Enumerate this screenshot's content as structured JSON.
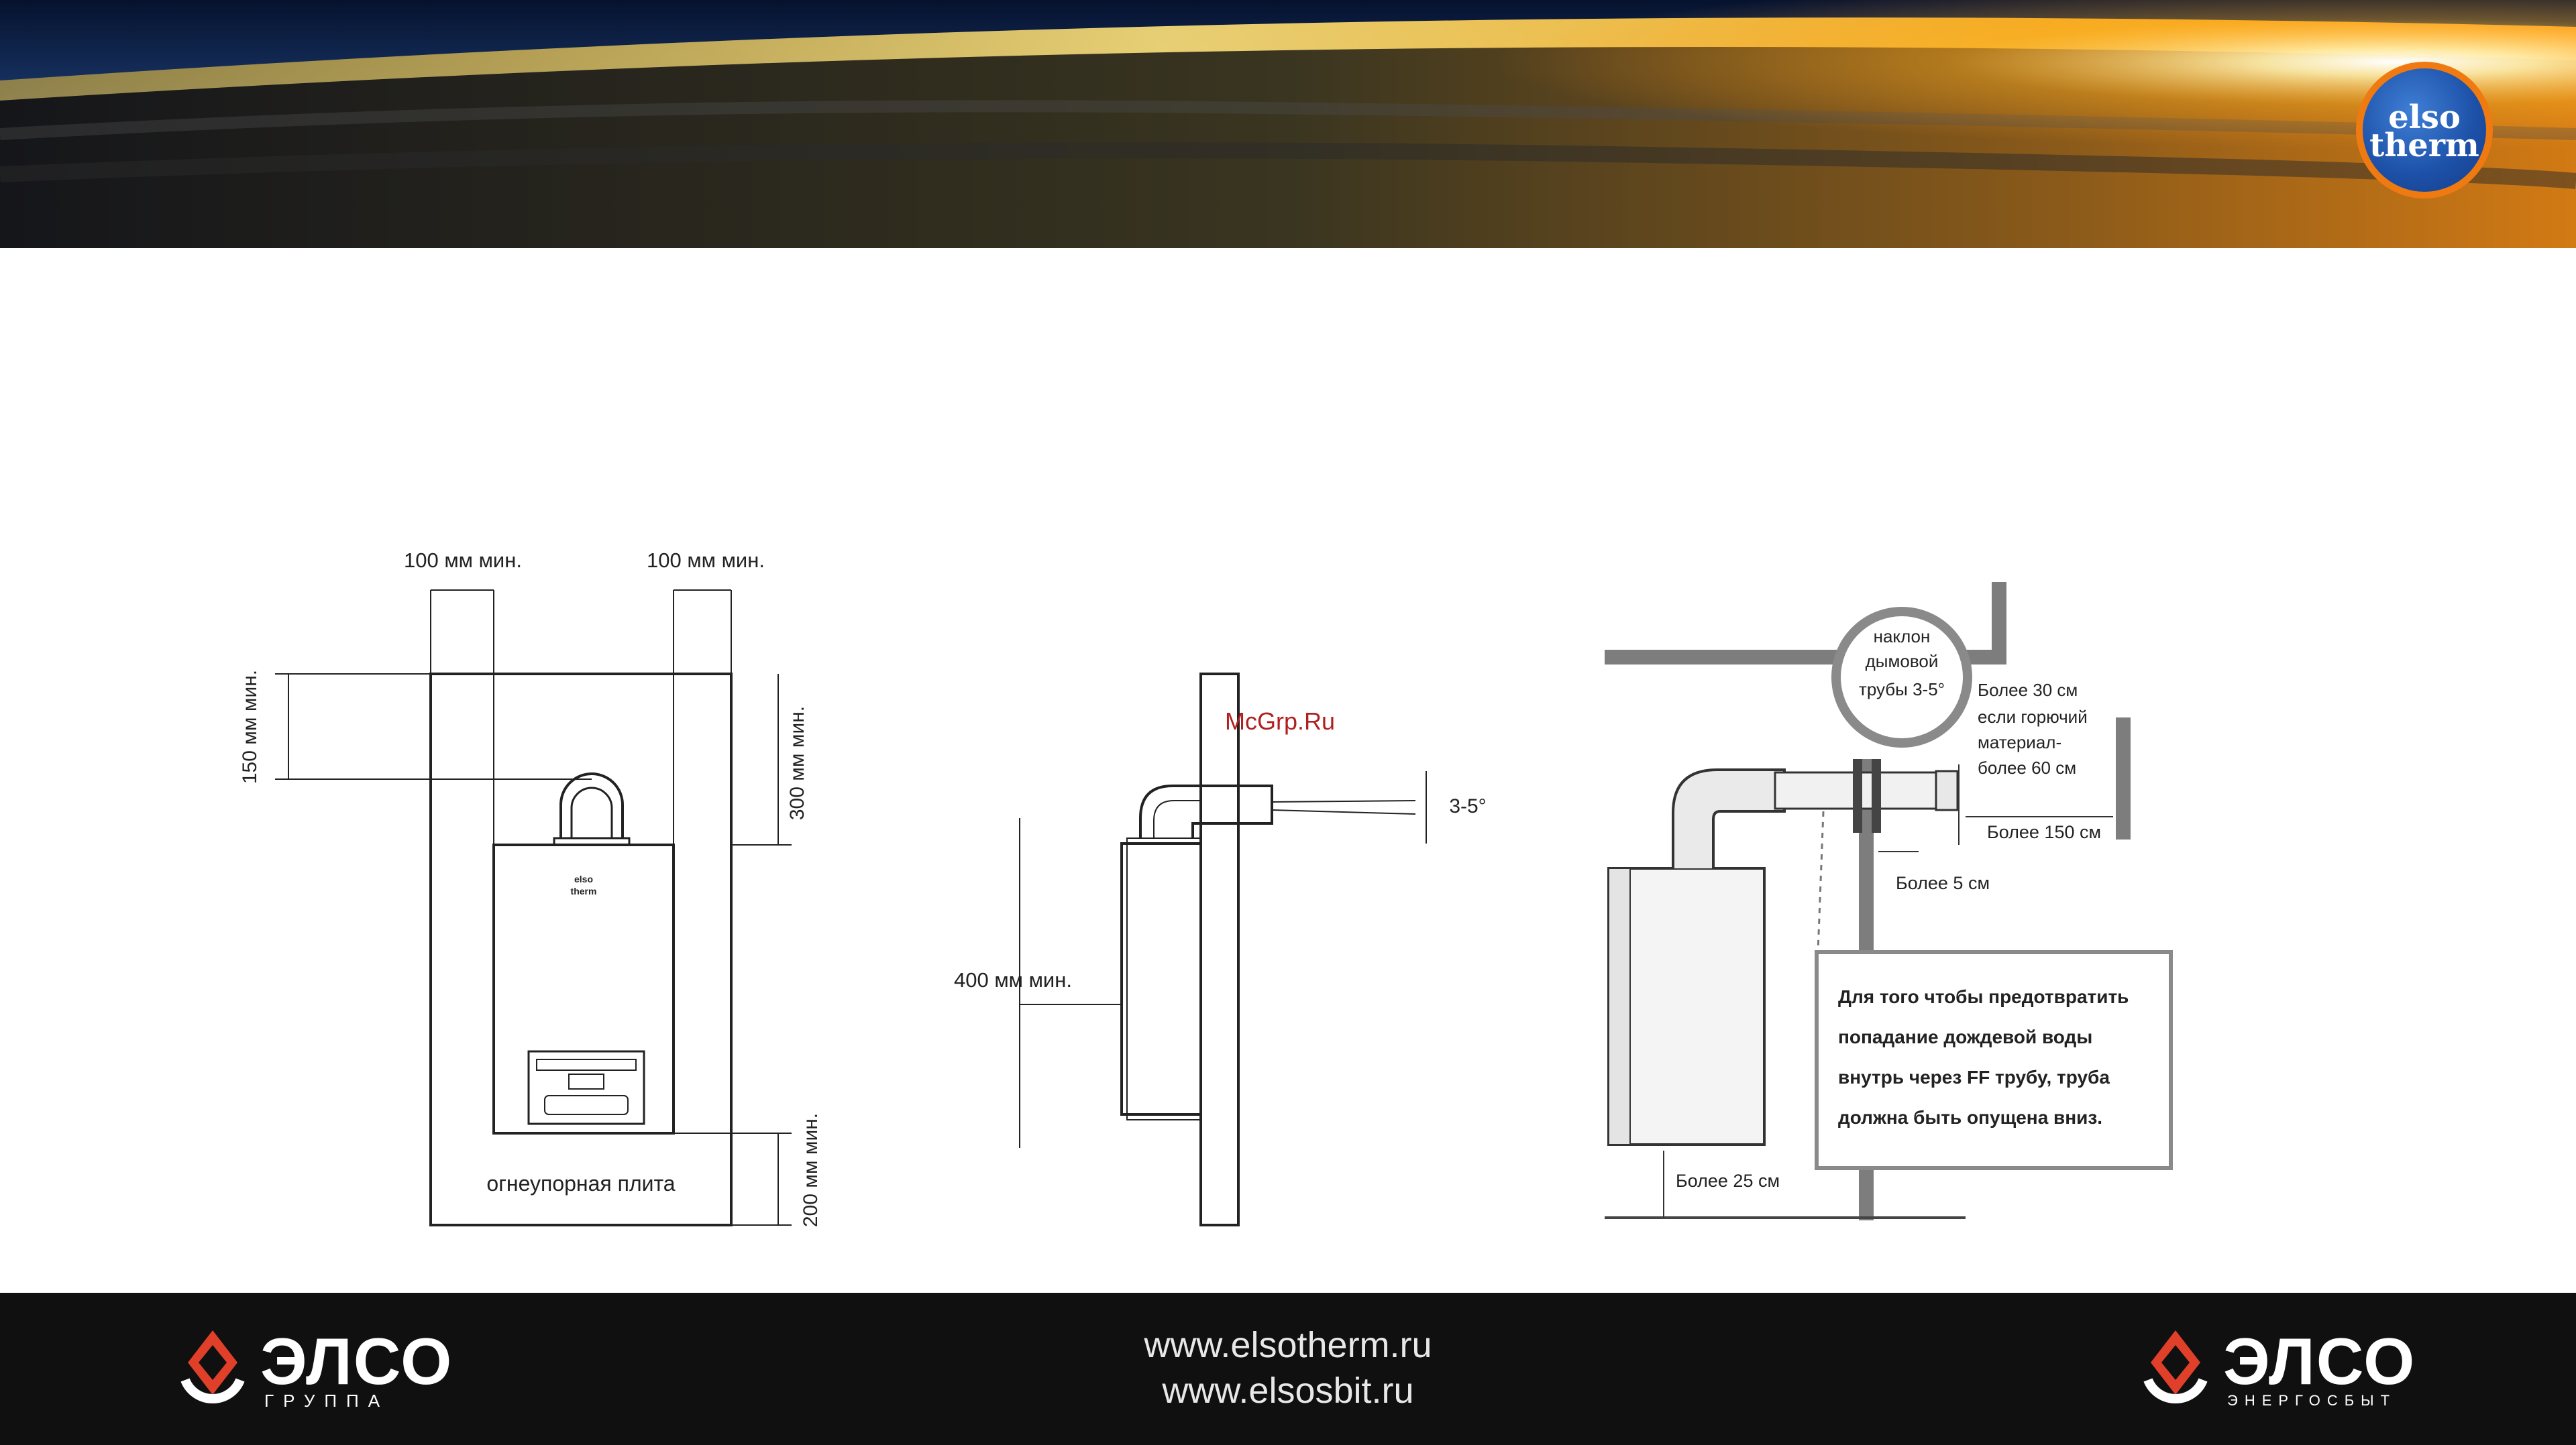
{
  "banner": {
    "logo_line1": "elso",
    "logo_line2": "therm"
  },
  "watermark": "McGrp.Ru",
  "diagram_front": {
    "dim_left": "100 мм мин.",
    "dim_right": "100 мм мин.",
    "dim_top": "150 мм мин.",
    "dim_upper_right": "300 мм мин.",
    "dim_bottom": "200 мм мин.",
    "plate_label": "огнеупорная плита",
    "boiler_brand_1": "elso",
    "boiler_brand_2": "therm"
  },
  "diagram_side": {
    "dim_front": "400 мм мин.",
    "slope": "3-5°"
  },
  "diagram_install": {
    "bubble_line1": "наклон",
    "bubble_line2": "дымовой",
    "bubble_line3": "трубы 3-5°",
    "note_30_1": "Более 30 см",
    "note_30_2": "если горючий",
    "note_30_3": "материал-",
    "note_30_4": "более 60 см",
    "note_150": "Более 150 см",
    "note_5": "Более 5 см",
    "note_25": "Более 25 см",
    "rain_1": "Для того чтобы предотвратить",
    "rain_2": "попадание дождевой воды",
    "rain_3": "внутрь через FF трубу, труба",
    "rain_4": "должна быть опущена вниз."
  },
  "footer": {
    "left_brand": "ЭЛСО",
    "left_sub": "ГРУППА",
    "url1": "www.elsotherm.ru",
    "url2": "www.elsosbit.ru",
    "right_brand": "ЭЛСО",
    "right_sub": "ЭНЕРГОСБЫТ"
  }
}
